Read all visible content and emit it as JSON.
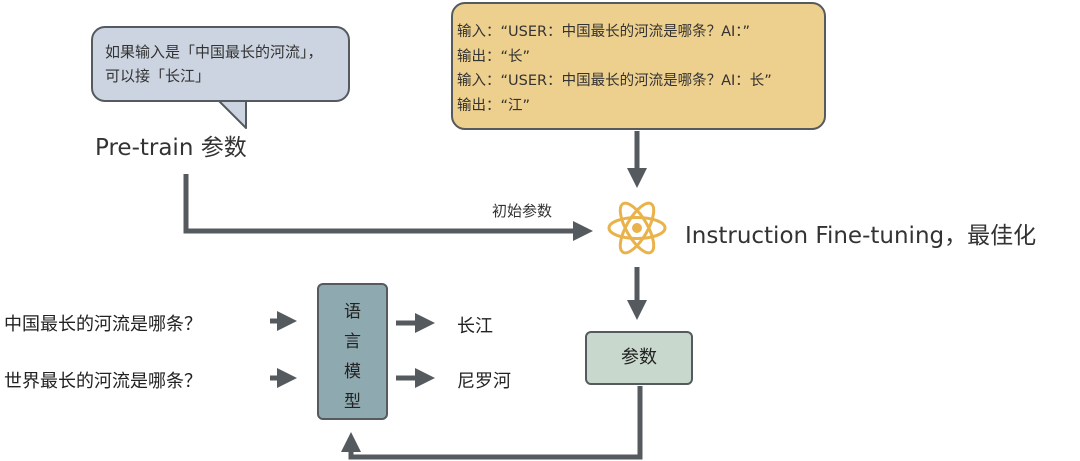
{
  "speech_bubble": {
    "lines": [
      "如果输入是「中国最长的河流」，",
      "可以接「长江」"
    ]
  },
  "pretrain_label": "Pre-train 参数",
  "training_data": {
    "lines": [
      "输入：“USER：中国最长的河流是哪条？AI：”",
      "输出：“长”",
      "输入：“USER：中国最长的河流是哪条？AI：长”",
      "输出：“江”"
    ]
  },
  "init_params_label": "初始参数",
  "ift_label": "Instruction Fine-tuning，最佳化",
  "params_box_label": "参数",
  "language_model": {
    "chars": [
      "语",
      "言",
      "模",
      "型"
    ]
  },
  "questions": [
    "中国最长的河流是哪条？",
    "世界最长的河流是哪条？"
  ],
  "answers": [
    "长江",
    "尼罗河"
  ],
  "icons": {
    "ift": "atom-icon"
  },
  "colors": {
    "bubble": "#cbd4e0",
    "data_box": "#edcf8e",
    "language_model": "#8fa9b0",
    "params_box": "#c8d8cd",
    "arrows": "#555a5f",
    "atom": "#eab24a"
  }
}
